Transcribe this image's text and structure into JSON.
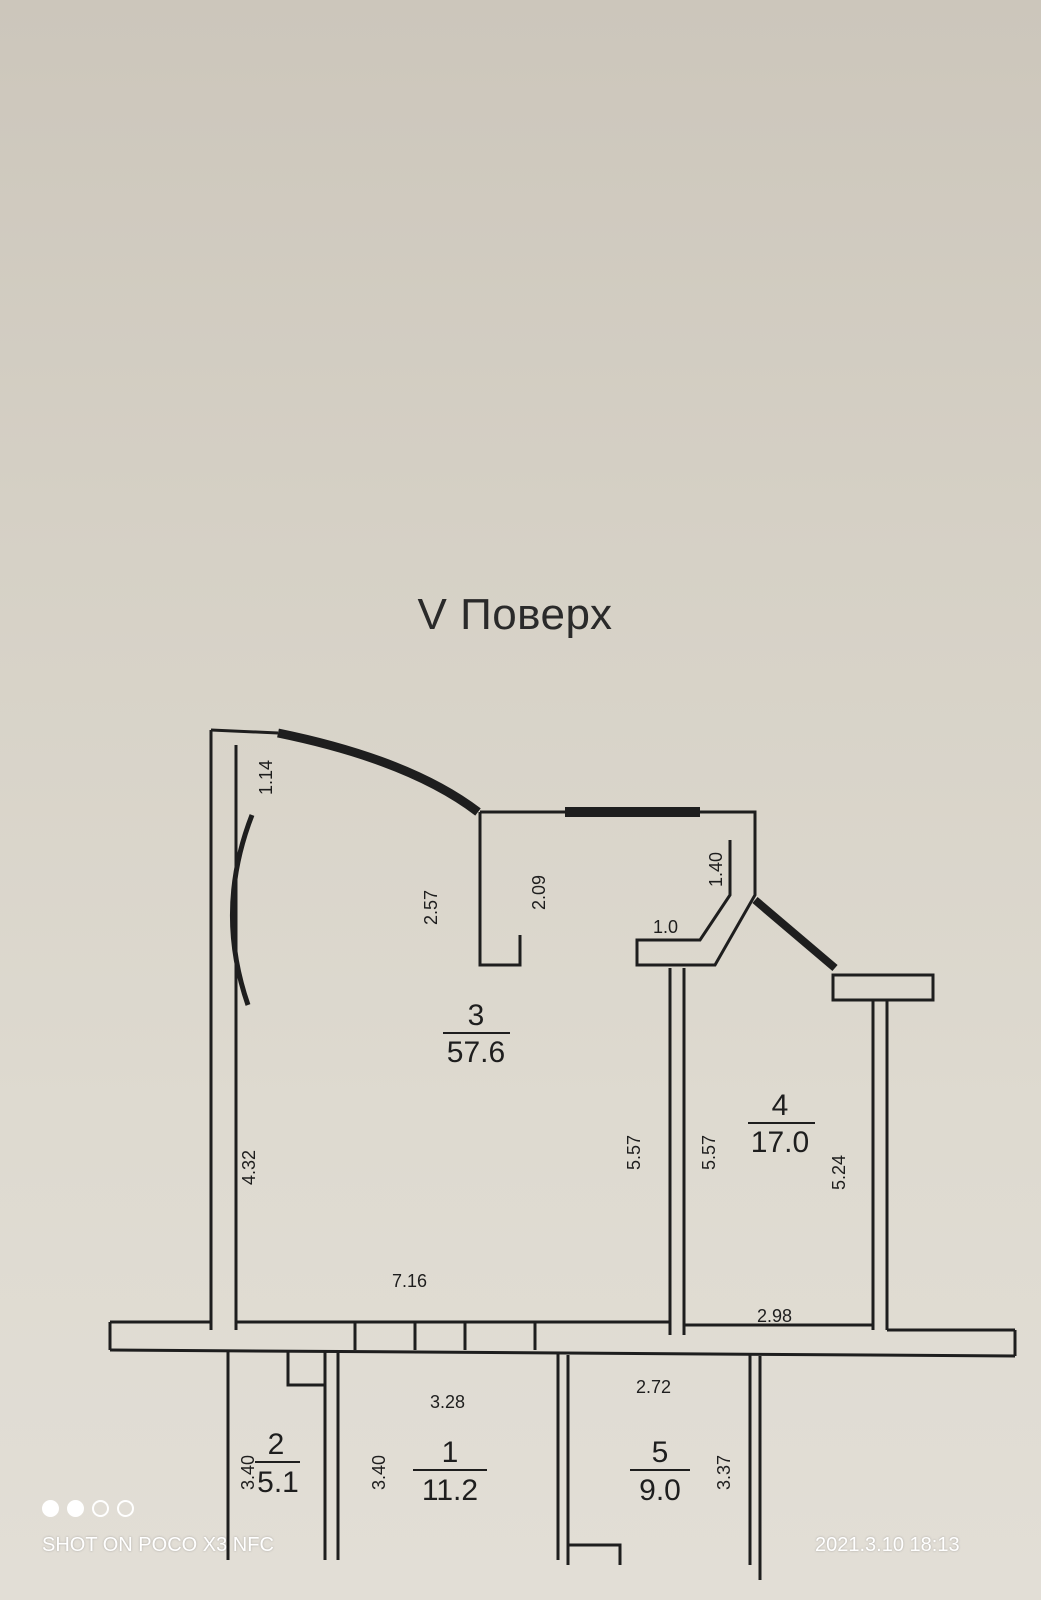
{
  "plan": {
    "title": "V Поверх",
    "rooms": [
      {
        "number": "3",
        "area": "57.6"
      },
      {
        "number": "4",
        "area": "17.0"
      },
      {
        "number": "2",
        "area": "5.1"
      },
      {
        "number": "1",
        "area": "11.2"
      },
      {
        "number": "5",
        "area": "9.0"
      }
    ],
    "dimensions": [
      "1.14",
      "2.57",
      "2.09",
      "1.40",
      "1.0",
      "4.32",
      "5.57",
      "5.57",
      "5.24",
      "7.16",
      "2.98",
      "3.28",
      "2.72",
      "3.40",
      "3.40",
      "3.37"
    ]
  },
  "watermark": {
    "shot_on": "SHOT ON POCO X3 NFC",
    "timestamp": "2021.3.10 18:13"
  },
  "colors": {
    "paper": "#dcd8ce",
    "ink": "#1e1e1e",
    "watermark": "#ffffff"
  }
}
